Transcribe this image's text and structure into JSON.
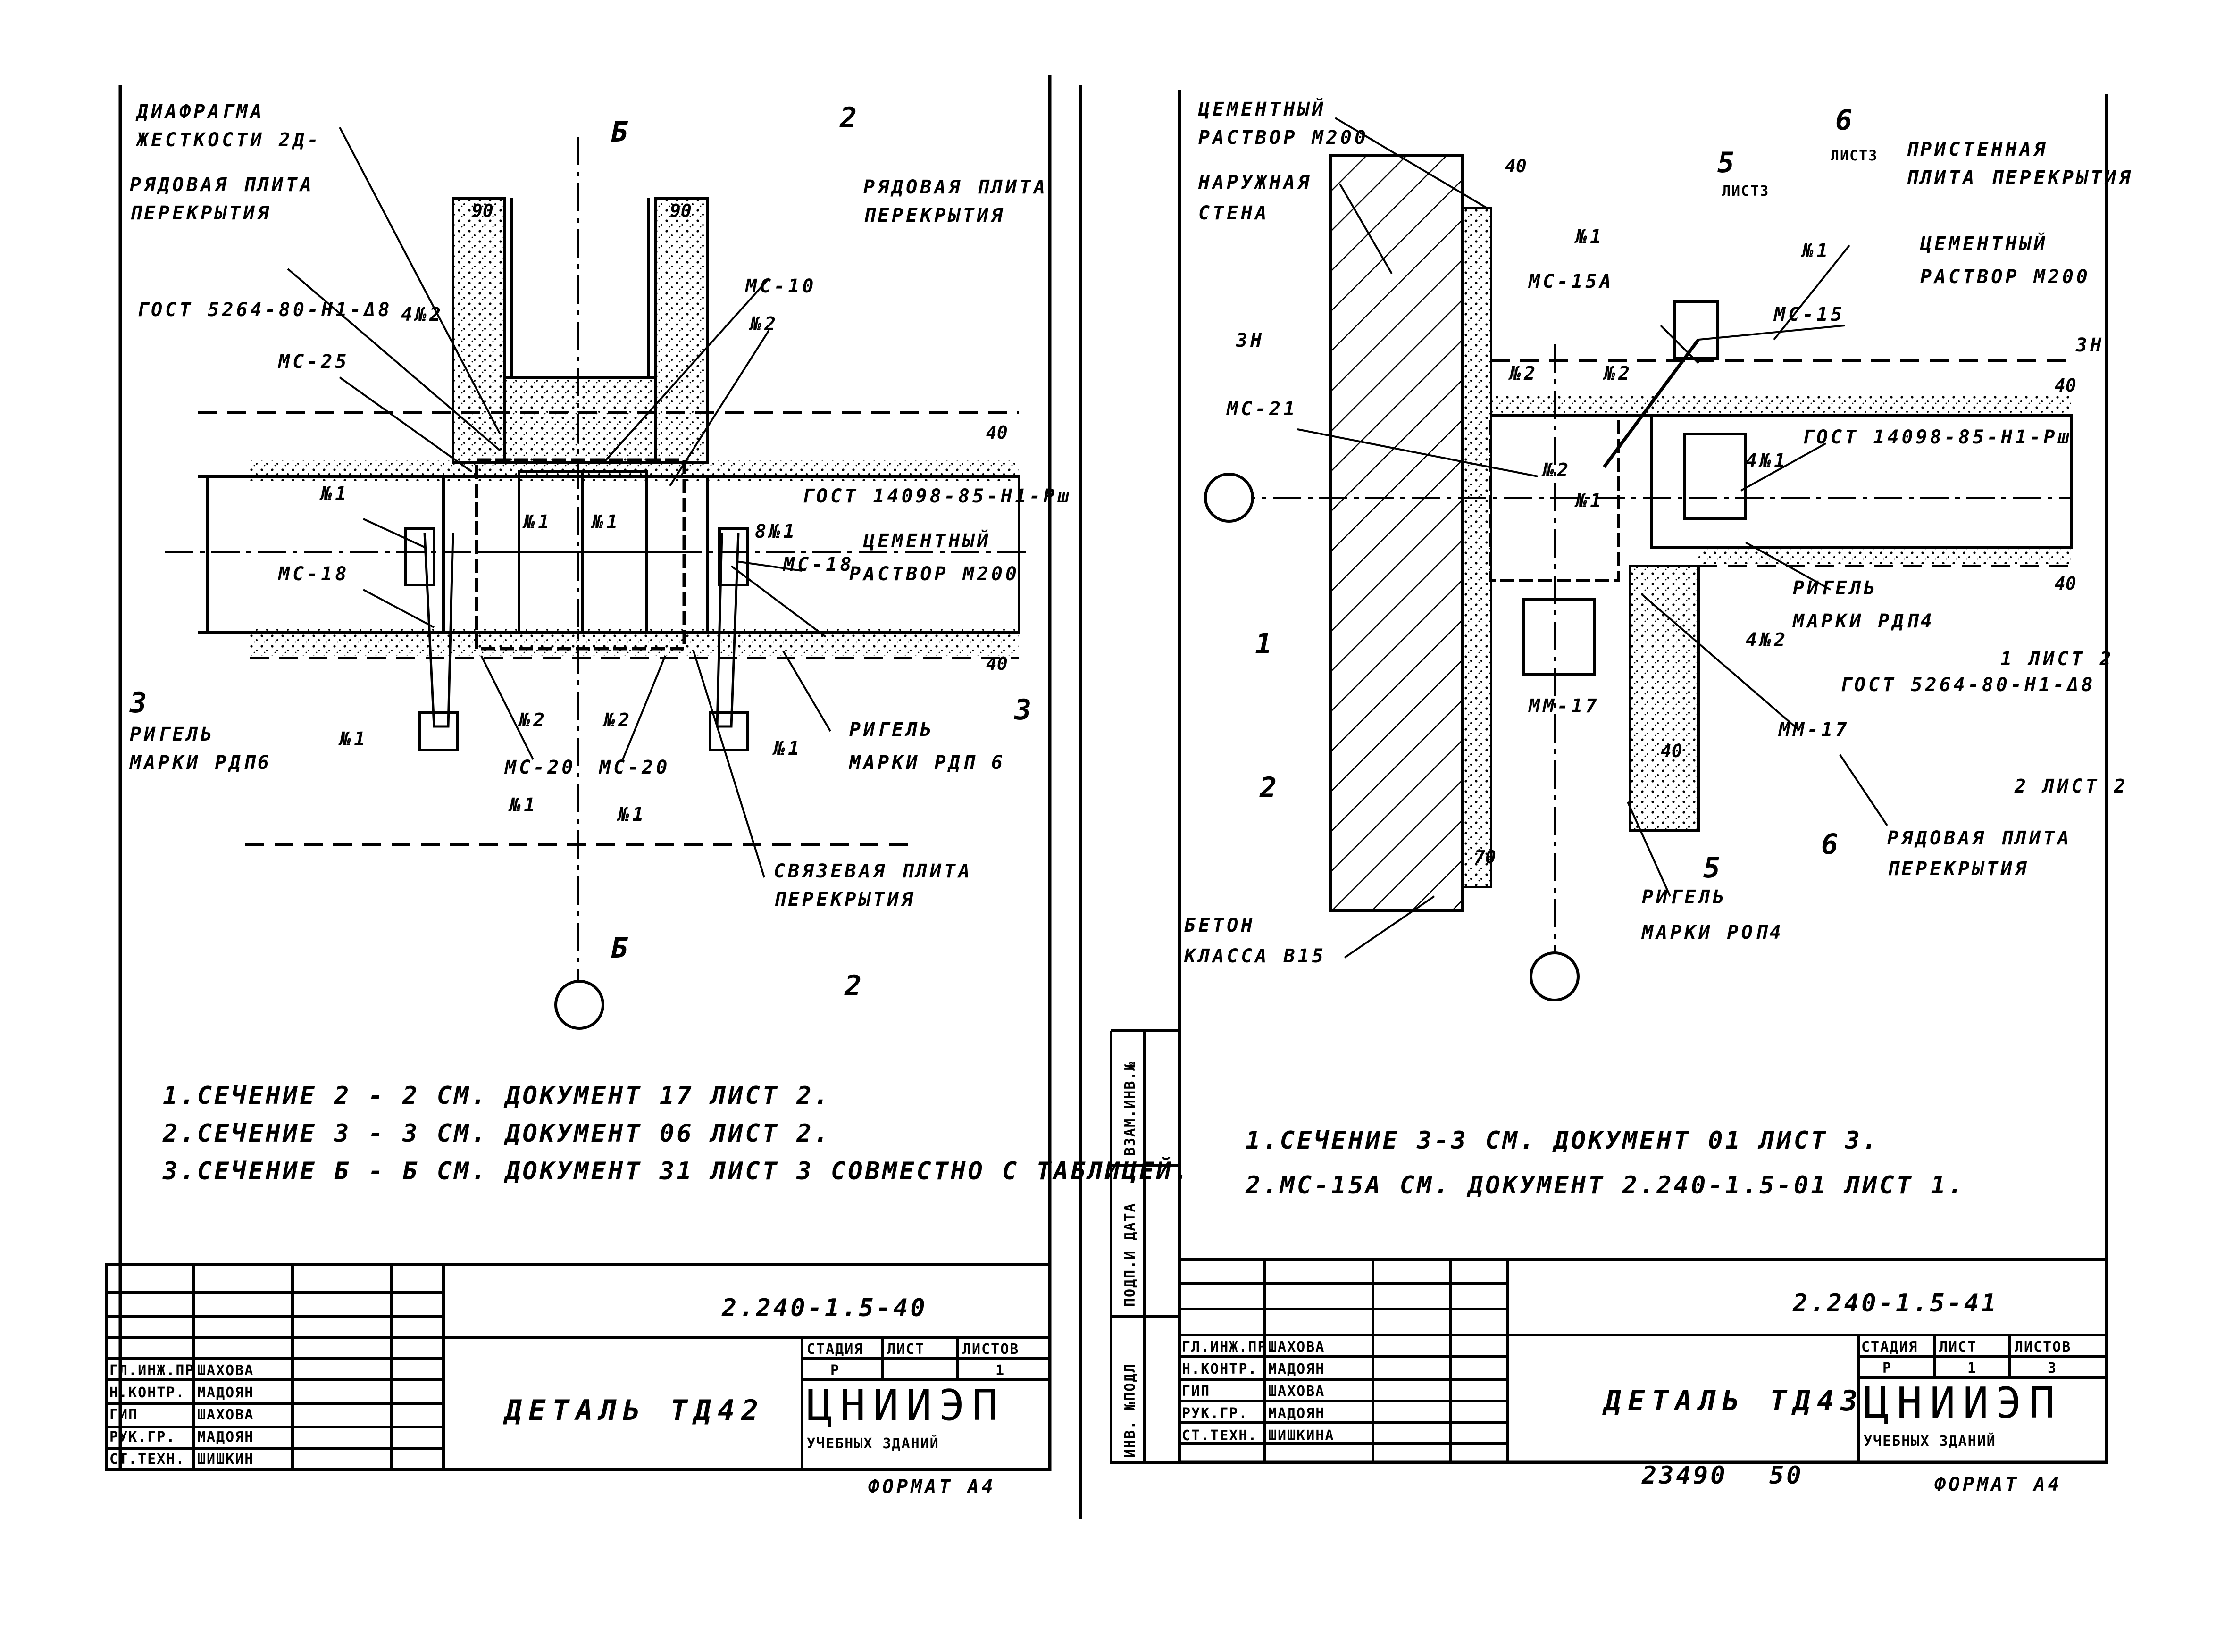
{
  "left_sheet": {
    "callouts": {
      "diaphragm": [
        "ДИАФРАГМА",
        "ЖЕСТКОСТИ 2Д-"
      ],
      "row_slab_left": [
        "РЯДОВАЯ ПЛИТА",
        "ПЕРЕКРЫТИЯ"
      ],
      "row_slab_right": [
        "РЯДОВАЯ ПЛИТА",
        "ПЕРЕКРЫТИЯ"
      ],
      "gost_weld_1": "ГОСТ 5264-80-Н1-Δ8",
      "gost_weld_2": "ГОСТ 14098-85-Н1-Рш",
      "cement_mortar": [
        "ЦЕМЕНТНЫЙ",
        "РАСТВОР М200"
      ],
      "girder_left": [
        "РИГЕЛЬ",
        "МАРКИ РДП6"
      ],
      "girder_right": [
        "РИГЕЛЬ",
        "МАРКИ РДП 6"
      ],
      "tie_slab": [
        "СВЯЗЕВАЯ ПЛИТА",
        "ПЕРЕКРЫТИЯ"
      ]
    },
    "marks": {
      "mc10": "МС-10",
      "mc25": "МС-25",
      "mc18_left": "МС-18",
      "mc18_right": "МС-18",
      "mc20_left": "МС-20",
      "mc20_right": "МС-20",
      "n1": "№1",
      "n2": "№2",
      "weld_4n2": "4№2",
      "weld_8n1": "8№1"
    },
    "dims": {
      "d90a": "90",
      "d90b": "90",
      "d40_top": "40",
      "d40_bot": "40"
    },
    "section_marks": {
      "b_top": "Б",
      "b_bot": "Б",
      "s2_top": "2",
      "s2_bot": "2",
      "s3_left": "3",
      "s3_right": "3"
    },
    "notes": [
      "1.СЕЧЕНИЕ  2 - 2 СМ.  ДОКУМЕНТ 17 ЛИСТ 2.",
      "2.СЕЧЕНИЕ  3 - 3 СМ.  ДОКУМЕНТ 06 ЛИСТ 2.",
      "3.СЕЧЕНИЕ  Б - Б СМ.  ДОКУМЕНТ 31 ЛИСТ 3 СОВМЕСТНО С ТАБЛИЦЕЙ."
    ],
    "title_block": {
      "doc_code": "2.240-1.5-40",
      "title": "ДЕТАЛЬ ТД42",
      "stage_header": "СТАДИЯ",
      "sheet_header": "ЛИСТ",
      "sheets_header": "ЛИСТОВ",
      "stage": "Р",
      "sheet": "",
      "sheets": "1",
      "org": "ЦНИИЭП",
      "org_sub": "УЧЕБНЫХ ЗДАНИЙ",
      "format": "ФОРМАТ А4",
      "staff": [
        {
          "role": "ГЛ.ИНЖ.ПР.",
          "name": "ШАХОВА"
        },
        {
          "role": "Н.КОНТР.",
          "name": "МАДОЯН"
        },
        {
          "role": "ГИП",
          "name": "ШАХОВА"
        },
        {
          "role": "РУК.ГР.",
          "name": "МАДОЯН"
        },
        {
          "role": "СТ.ТЕХН.",
          "name": "ШИШКИН"
        }
      ]
    }
  },
  "right_sheet": {
    "callouts": {
      "cement_mortar_top": [
        "ЦЕМЕНТНЫЙ",
        "РАСТВОР М200"
      ],
      "outer_wall": [
        "НАРУЖНАЯ",
        "СТЕНА"
      ],
      "wall_slab": [
        "ПРИСТЕННАЯ",
        "ПЛИТА ПЕРЕКРЫТИЯ"
      ],
      "cement_mortar_right": [
        "ЦЕМЕНТНЫЙ",
        "РАСТВОР М200"
      ],
      "gost_weld_2": "ГОСТ 14098-85-Н1-Рш",
      "gost_weld_1": "ГОСТ 5264-80-Н1-Δ8",
      "girder_rdp": [
        "РИГЕЛЬ",
        "МАРКИ РДП4"
      ],
      "girder_rop": [
        "РИГЕЛЬ",
        "МАРКИ РОП4"
      ],
      "row_slab": [
        "РЯДОВАЯ ПЛИТА",
        "ПЕРЕКРЫТИЯ"
      ],
      "concrete": [
        "БЕТОН",
        "КЛАССА В15"
      ]
    },
    "marks": {
      "mc15a": "МС-15А",
      "mc15": "МС-15",
      "mc21": "МС-21",
      "mm17_left": "ММ-17",
      "mm17_right": "ММ-17",
      "n1a": "№1",
      "n1b": "№1",
      "n1c": "№1",
      "n2a": "№2",
      "n2b": "№2",
      "n2c": "№2",
      "weld_4n2": "4№2",
      "weld_4n1": "4№1"
    },
    "dims": {
      "d40_top": "40",
      "d40_a": "40",
      "d40_b": "40",
      "d40_c": "40",
      "d70": "70"
    },
    "section_marks": {
      "s6": "6",
      "s6_sheet": "ЛИСТ3",
      "s5_top": "5",
      "s5_sheet": "ЛИСТ3",
      "s3h_left": "3Н",
      "s3h_right": "3Н",
      "s1_left": "1",
      "s1_right": "1 ЛИСТ 2",
      "s2_left": "2",
      "s2_right": "2 ЛИСТ 2",
      "s5_bot": "5",
      "s6_bot": "6"
    },
    "notes": [
      "1.СЕЧЕНИЕ  3-3  СМ.  ДОКУМЕНТ  01  ЛИСТ 3.",
      "2.МС-15А  СМ. ДОКУМЕНТ  2.240-1.5-01  ЛИСТ 1."
    ],
    "side_stamps": [
      "ВЗАМ.ИНВ.№",
      "ПОДП.И ДАТА",
      "ИНВ. №ПОДЛ"
    ],
    "title_block": {
      "doc_code": "2.240-1.5-41",
      "title": "ДЕТАЛЬ ТД43",
      "stage_header": "СТАДИЯ",
      "sheet_header": "ЛИСТ",
      "sheets_header": "ЛИСТОВ",
      "stage": "Р",
      "sheet": "1",
      "sheets": "3",
      "org": "ЦНИИЭП",
      "org_sub": "УЧЕБНЫХ ЗДАНИЙ",
      "format": "ФОРМАТ А4",
      "staff": [
        {
          "role": "ГЛ.ИНЖ.ПР.",
          "name": "ШАХОВА"
        },
        {
          "role": "Н.КОНТР.",
          "name": "МАДОЯН"
        },
        {
          "role": "ГИП",
          "name": "ШАХОВА"
        },
        {
          "role": "РУК.ГР.",
          "name": "МАДОЯН"
        },
        {
          "role": "СТ.ТЕХН.",
          "name": "ШИШКИНА"
        }
      ]
    },
    "handwritten": {
      "code": "23490",
      "num": "50"
    }
  }
}
